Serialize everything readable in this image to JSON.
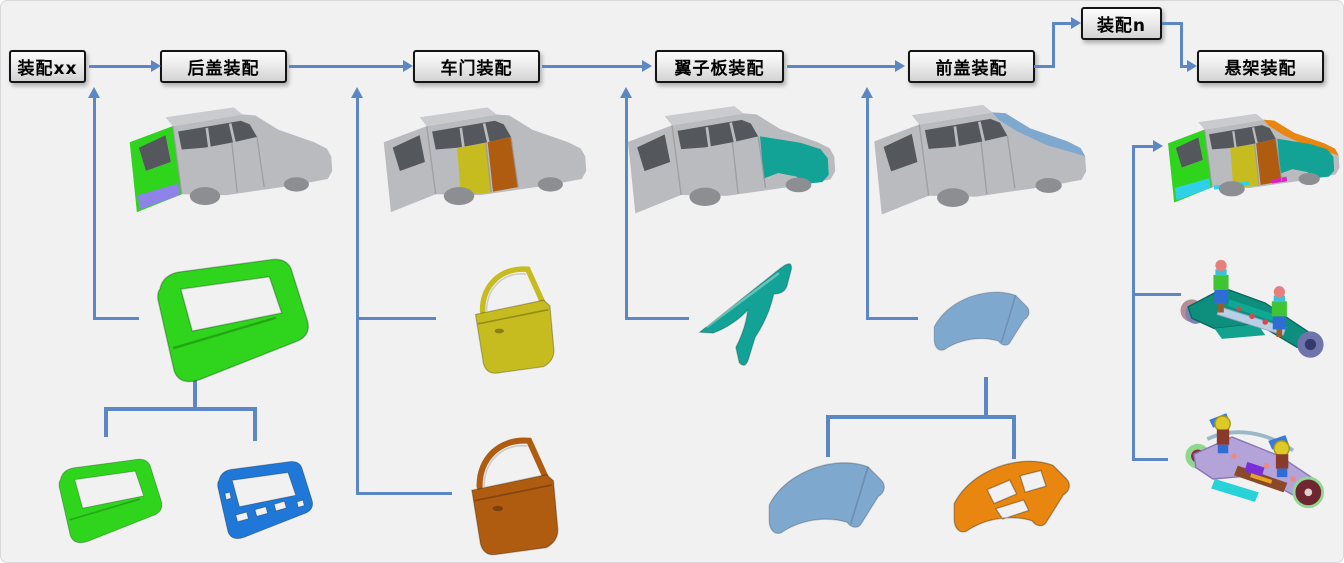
{
  "diagram": {
    "nodes": [
      {
        "label": "装配xx"
      },
      {
        "label": "后盖装配"
      },
      {
        "label": "车门装配"
      },
      {
        "label": "翼子板装配"
      },
      {
        "label": "前盖装配"
      },
      {
        "label": "装配n"
      },
      {
        "label": "悬架装配"
      }
    ],
    "edges": [
      "装配xx→后盖装配",
      "后盖装配→车门装配",
      "车门装配→翼子板装配",
      "翼子板装配→前盖装配",
      "前盖装配→装配n",
      "装配n→悬架装配"
    ],
    "illustrations": [
      "car-body-after-tailgate-assembly",
      "tailgate-part",
      "tailgate-outer-panel",
      "tailgate-inner-panel",
      "car-body-after-door-assembly",
      "rear-door-part",
      "front-door-part",
      "car-body-after-fender-assembly",
      "fender-part",
      "car-body-after-hood-assembly",
      "hood-part",
      "hood-outer-panel",
      "hood-inner-panel",
      "fully-assembled-body",
      "rear-suspension-assembly",
      "front-suspension-assembly"
    ],
    "palette": {
      "line": "#5b87c5",
      "green": "#2fd41c",
      "blue": "#1f78d8",
      "yellow": "#c6bb1f",
      "brown": "#b05c10",
      "teal": "#12a396",
      "lightblue": "#7fa8cf",
      "orange": "#e8860f",
      "purple": "#8d83e8",
      "cyan": "#2fd0e8",
      "magenta": "#e01ec8",
      "body-gray": "#b9bbbe"
    }
  }
}
